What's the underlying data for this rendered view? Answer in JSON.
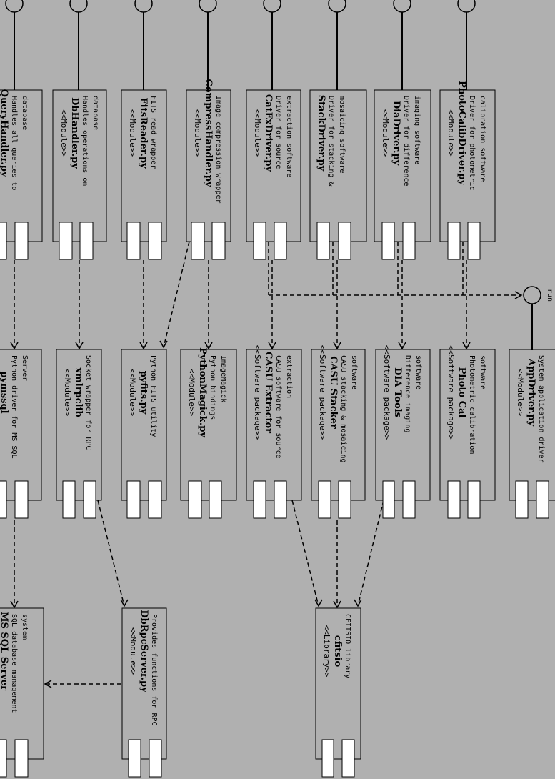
{
  "components": [
    {
      "id": "queryhandler",
      "stereotype": "",
      "name": "QueryHandler.py",
      "desc": [
        "Handles all queries to",
        "database"
      ]
    },
    {
      "id": "dbhandler",
      "stereotype": "<<Module>>",
      "name": "DbHandler.py",
      "desc": [
        "Handles operations on",
        "database"
      ]
    },
    {
      "id": "fitsreader",
      "stereotype": "<<Module>>",
      "name": "FitsReader.py",
      "desc": [
        "FITS read wrapper"
      ]
    },
    {
      "id": "compresshandler",
      "stereotype": "<<Module>>",
      "name": "CompressHandler.py",
      "desc": [
        "Image compression wrapper"
      ]
    },
    {
      "id": "catexdriver",
      "stereotype": "<<Module>>",
      "name": "CatExDriver.py",
      "desc": [
        "Driver for source",
        "extraction software"
      ]
    },
    {
      "id": "stackdriver",
      "stereotype": "",
      "name": "StackDriver.py",
      "desc": [
        "Driver for stacking &",
        "mosaicing software"
      ]
    },
    {
      "id": "diadriver",
      "stereotype": "<<Module>>",
      "name": "DiaDriver.py",
      "desc": [
        "Driver for difference",
        "imaging software"
      ]
    },
    {
      "id": "photocalibdriver",
      "stereotype": "<<Module>>",
      "name": "PhotoCalibDriver.py",
      "desc": [
        "Driver for photometric",
        "calibration software"
      ]
    },
    {
      "id": "pymssql",
      "stereotype": "",
      "name": "pymssql",
      "desc": [
        "Python driver for MS SQL",
        "Server"
      ]
    },
    {
      "id": "xmlrpclib",
      "stereotype": "<<Module>>",
      "name": "xmlrpclib",
      "desc": [
        "Socket wrapper for RPC"
      ]
    },
    {
      "id": "pyfits",
      "stereotype": "<<Module>>",
      "name": "pyfits.py",
      "desc": [
        "Python FITS utility"
      ]
    },
    {
      "id": "pythonmagick",
      "stereotype": "<<Module>>",
      "name": "PythonMagick.py",
      "desc": [
        "Python bindings",
        "ImageMagick"
      ]
    },
    {
      "id": "casuextractor",
      "stereotype": "<<Software package>>",
      "name": "CASU Extractor",
      "desc": [
        "CASU software for source",
        "extraction"
      ]
    },
    {
      "id": "casustacker",
      "stereotype": "<<Software package>>",
      "name": "CASU Stacker",
      "desc": [
        "CASU stacking & mosaicing",
        "software"
      ]
    },
    {
      "id": "diatools",
      "stereotype": "<<Software package>>",
      "name": "DIA Tools",
      "desc": [
        "Difference imaging",
        "software"
      ]
    },
    {
      "id": "photocal",
      "stereotype": "<<Software package>>",
      "name": "Photo Cal",
      "desc": [
        "Photometric calibration",
        "software"
      ]
    },
    {
      "id": "appdriver",
      "stereotype": "<<Module>>",
      "name": "AppDriver.py",
      "desc": [
        "System application driver"
      ]
    },
    {
      "id": "mssqlserver",
      "stereotype": "",
      "name": "MS SQL Server",
      "desc": [
        "SQL database management",
        "system"
      ]
    },
    {
      "id": "dbrpcserver",
      "stereotype": "<<Module>>",
      "name": "DbRpcServer.py",
      "desc": [
        "Provides functions for RPC"
      ]
    },
    {
      "id": "cfitsio",
      "stereotype": "<<Library>>",
      "name": "cfitsio",
      "desc": [
        "CFITSIO library"
      ]
    }
  ],
  "interface": {
    "label": "run"
  }
}
